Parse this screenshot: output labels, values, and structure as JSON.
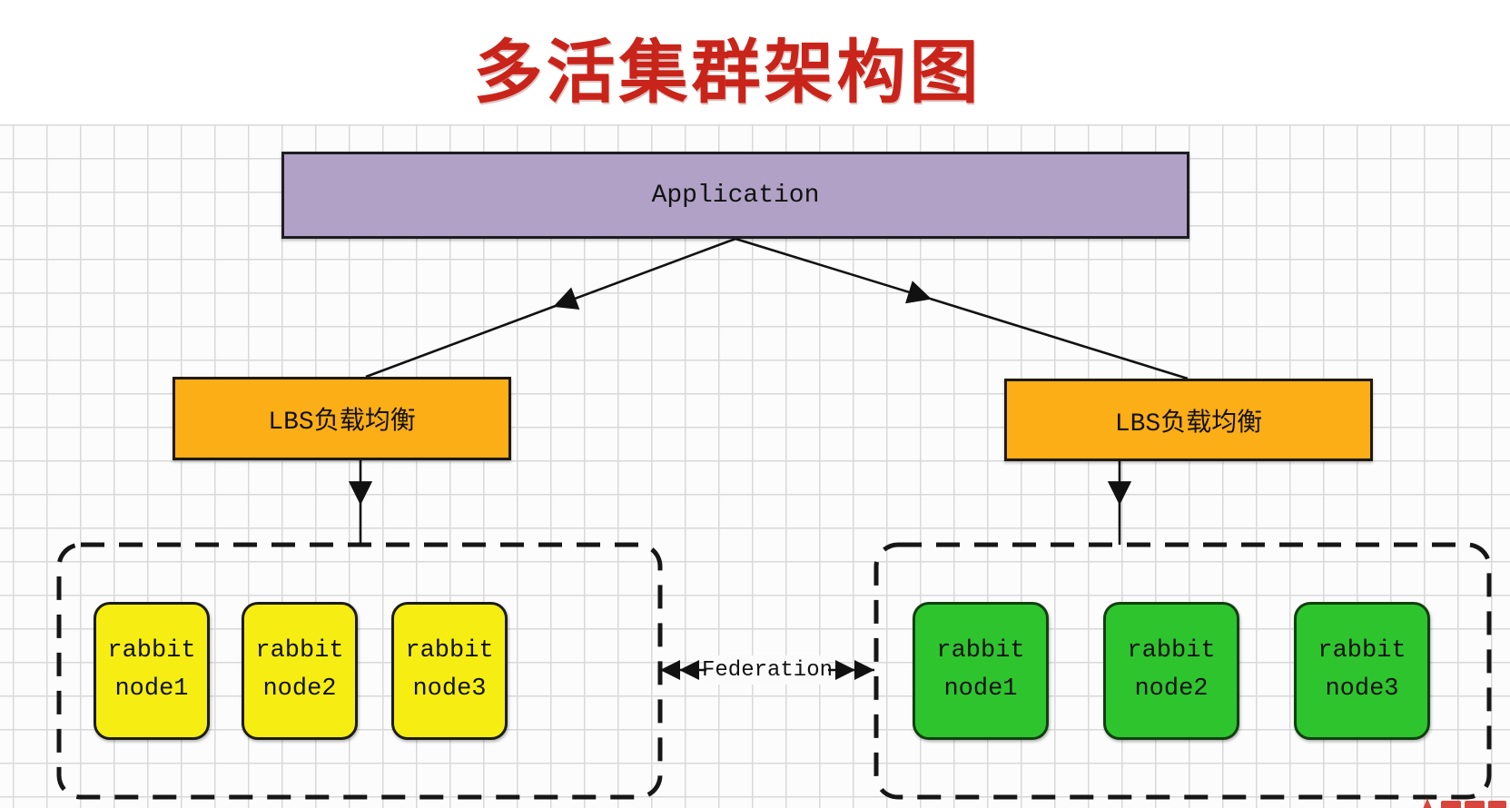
{
  "title": {
    "text": "多活集群架构图",
    "color": "#c9241a"
  },
  "diagram": {
    "application": {
      "label": "Application",
      "fill": "#b1a1c6"
    },
    "load_balancers": [
      {
        "label": "LBS负载均衡"
      },
      {
        "label": "LBS负载均衡"
      }
    ],
    "load_balancer_fill": "#fcae16",
    "federation_label": "Federation",
    "clusters": [
      {
        "side": "left",
        "node_fill": "#f6ed13",
        "nodes": [
          {
            "line1": "rabbit",
            "line2": "node1"
          },
          {
            "line1": "rabbit",
            "line2": "node2"
          },
          {
            "line1": "rabbit",
            "line2": "node3"
          }
        ]
      },
      {
        "side": "right",
        "node_fill": "#2ec42e",
        "nodes": [
          {
            "line1": "rabbit",
            "line2": "node1"
          },
          {
            "line1": "rabbit",
            "line2": "node2"
          },
          {
            "line1": "rabbit",
            "line2": "node3"
          }
        ]
      }
    ],
    "line_color": "#111111",
    "watermark_color": "#d8453c"
  }
}
